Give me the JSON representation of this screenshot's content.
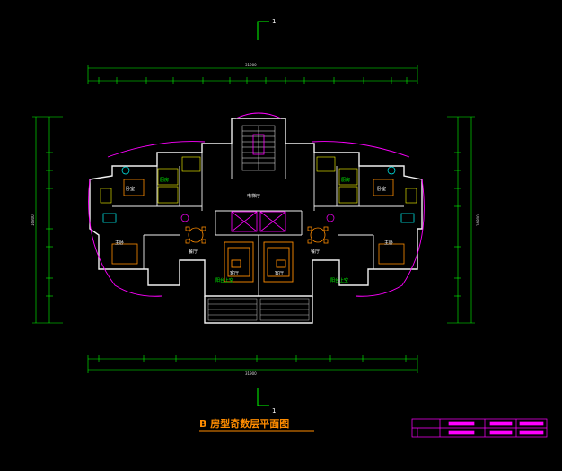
{
  "title": "B 房型奇数层平面图",
  "section_mark": "1",
  "colors": {
    "background": "#000000",
    "wall": "#f0f0f0",
    "dimension": "#00ff00",
    "furniture": "#ff8c00",
    "fixture": "#00ffff",
    "curve": "#ff00ff",
    "window_cell": "#ffff00",
    "title": "#ff8c00",
    "title_block": "#ff00ff"
  },
  "dimensions": {
    "top_overall": "31900",
    "bottom_overall": "31900",
    "left_overall": "16800",
    "right_overall": "16800"
  },
  "rooms": {
    "elevator_hall": "电梯厅",
    "balcony_left": "阳台上空",
    "balcony_right": "阳台上空",
    "living_left": "客厅",
    "living_right": "客厅",
    "bedroom_left": "卧室",
    "bedroom_right": "卧室",
    "master_left": "主卧",
    "master_right": "主卧",
    "kitchen_left": "厨房",
    "kitchen_right": "厨房",
    "dining_left": "餐厅",
    "dining_right": "餐厅"
  },
  "title_block": {
    "row1": [
      "",
      "",
      ""
    ],
    "row2": [
      "",
      "",
      ""
    ]
  }
}
